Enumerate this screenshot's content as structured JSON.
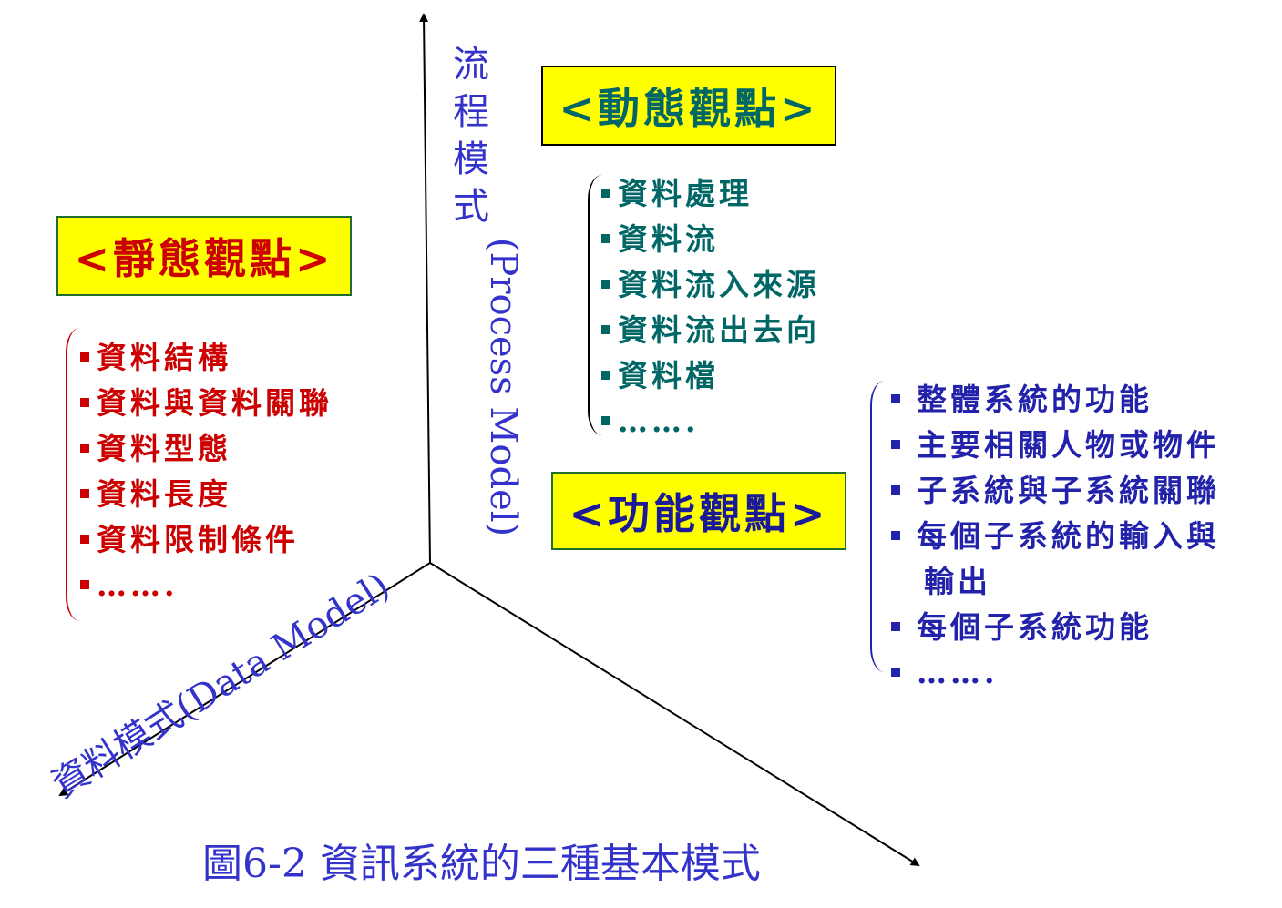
{
  "static_view": {
    "title": "<靜態觀點>",
    "items": [
      "資料結構",
      "資料與資料關聯",
      "資料型態",
      "資料長度",
      "資料限制條件",
      "……."
    ]
  },
  "dynamic_view": {
    "title": "<動態觀點>",
    "items": [
      "資料處理",
      "資料流",
      "資料流入來源",
      "資料流出去向",
      "資料檔",
      "……."
    ]
  },
  "functional_view": {
    "title": "<功能觀點>",
    "items": [
      "整體系統的功能",
      "主要相關人物或物件",
      "子系統與子系統關聯",
      "每個子系統的輸入與",
      "輸出",
      "每個子系統功能",
      "……."
    ]
  },
  "axes": {
    "process_model_cjk": [
      "流",
      "程",
      "模",
      "式"
    ],
    "process_model_latin": "(Process Model)",
    "data_model": "資料模式(Data Model)"
  },
  "caption": "圖6-2 資訊系統的三種基本模式",
  "colors": {
    "static": "#cc0000",
    "dynamic": "#006666",
    "functional": "#2222aa",
    "axis_label": "#3333cc",
    "heading_bg": "#ffff00"
  }
}
